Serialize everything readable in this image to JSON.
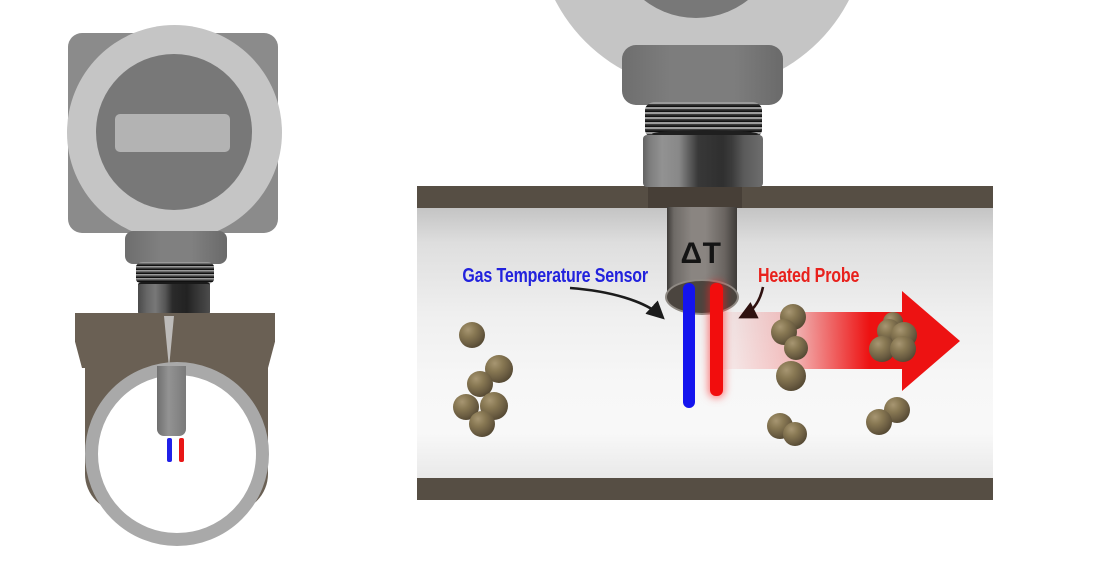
{
  "diagram": {
    "labels": {
      "gas_temperature_sensor": {
        "text": "Gas Temperature Sensor",
        "color": "#2222dd"
      },
      "delta_t": {
        "text": "ΔT",
        "color": "#141414"
      },
      "heated_probe": {
        "text": "Heated Probe",
        "color": "#e8211c"
      }
    },
    "colors": {
      "sensor_rod_blue": "#1414ee",
      "heated_rod_red": "#f20d0d",
      "flow_arrow_red": "#ed1212",
      "pipe_wall_brown": "#564e44",
      "meter_body_taupe": "#6a6054",
      "metal_light_gray": "#c5c5c5",
      "metal_dark_gray": "#787878",
      "particle_brown": "#6b5d42"
    },
    "particles": [
      {
        "group": "upstream-cluster",
        "points": [
          [
            472,
            335,
            13
          ],
          [
            499,
            369,
            14
          ],
          [
            480,
            384,
            13
          ],
          [
            466,
            407,
            13
          ],
          [
            494,
            406,
            14
          ],
          [
            482,
            424,
            13
          ]
        ]
      },
      {
        "group": "midstream-cluster",
        "points": [
          [
            793,
            317,
            13
          ],
          [
            784,
            332,
            13
          ],
          [
            796,
            348,
            12
          ],
          [
            791,
            376,
            15
          ],
          [
            780,
            426,
            13
          ],
          [
            795,
            434,
            12
          ]
        ]
      },
      {
        "group": "downstream-cluster",
        "points": [
          [
            893,
            322,
            10
          ],
          [
            889,
            331,
            12
          ],
          [
            904,
            335,
            13
          ],
          [
            882,
            349,
            13
          ],
          [
            903,
            349,
            13
          ],
          [
            897,
            410,
            13
          ],
          [
            879,
            422,
            13
          ]
        ]
      }
    ]
  }
}
